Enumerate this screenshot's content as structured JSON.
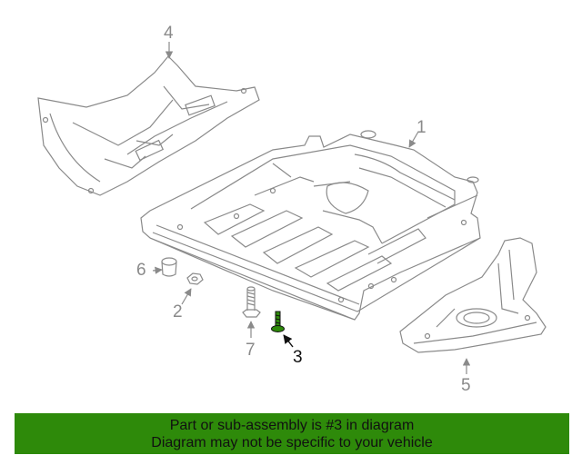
{
  "callouts": {
    "c1": "1",
    "c2": "2",
    "c3": "3",
    "c4": "4",
    "c5": "5",
    "c6": "6",
    "c7": "7"
  },
  "highlight_color": "#2e8a0a",
  "banner": {
    "line1": "Part or sub-assembly is #3 in diagram",
    "line2": "Diagram may not be specific to your vehicle"
  }
}
